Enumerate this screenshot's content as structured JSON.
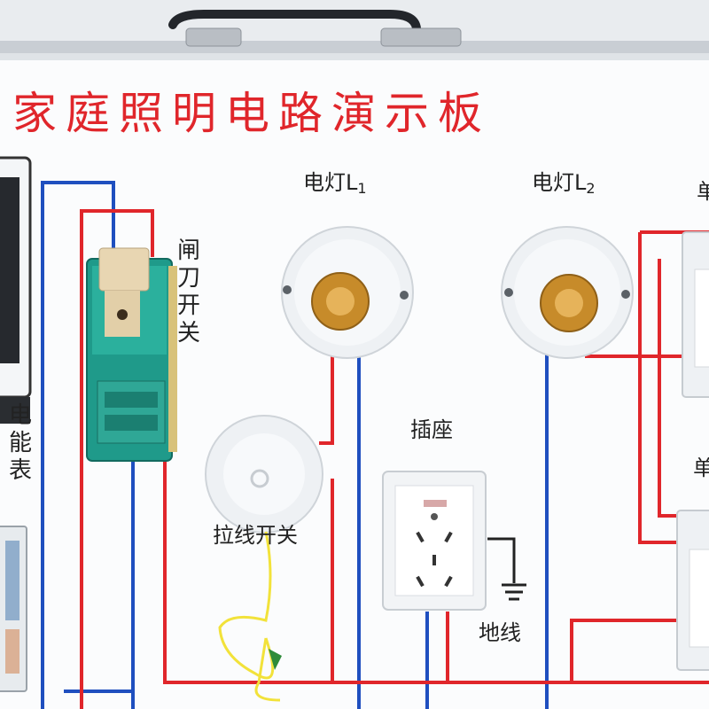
{
  "board": {
    "title": "家庭照明电路演示板"
  },
  "labels": {
    "lamp_l1_main": "电灯L",
    "lamp_l1_sub": "1",
    "lamp_l2_main": "电灯L",
    "lamp_l2_sub": "2",
    "knife_switch": "闸刀开关",
    "meter": "电能表",
    "socket": "插座",
    "pull_switch": "拉线开关",
    "ground": "地线",
    "edge_right_top": "单",
    "edge_right_mid": "单"
  },
  "colors": {
    "live_wire": "#e0262b",
    "neutral_wire": "#1f4fbf",
    "pull_cord": "#f2e23a"
  }
}
